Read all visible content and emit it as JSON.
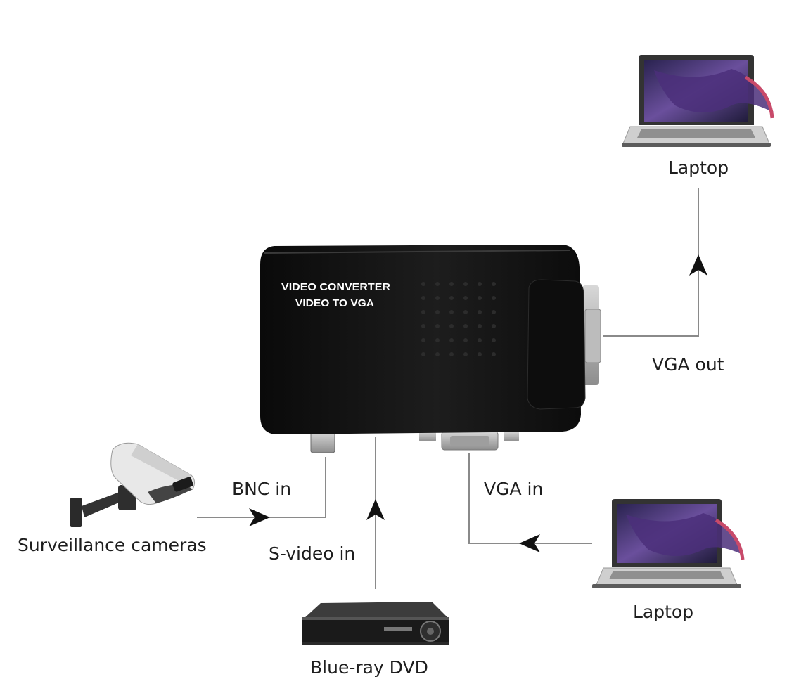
{
  "device": {
    "line1": "VIDEO CONVERTER",
    "line2": "VIDEO TO VGA"
  },
  "labels": {
    "laptop_top": "Laptop",
    "vga_out": "VGA out",
    "bnc_in": "BNC in",
    "vga_in": "VGA in",
    "surveillance": "Surveillance cameras",
    "svideo_in": "S-video in",
    "laptop_bottom": "Laptop",
    "dvd": "Blue-ray DVD"
  },
  "colors": {
    "device_body": "#121212",
    "line": "#8a8a8a",
    "arrow": "#111111",
    "text": "#1e1e1e"
  }
}
